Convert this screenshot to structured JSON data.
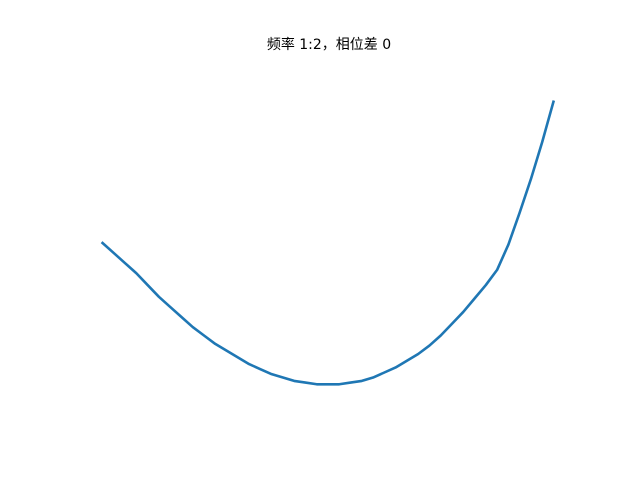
{
  "chart_data": {
    "type": "line",
    "title": "频率 1:2，相位差 0",
    "xlabel": "",
    "ylabel": "",
    "axes_visible": false,
    "grid": false,
    "xlim": [
      -1.1,
      1.1
    ],
    "ylim": [
      -1.1,
      1.1
    ],
    "series": [
      {
        "color": "#1f77b4",
        "x": [
          -1.0,
          -0.95,
          -0.9,
          -0.85,
          -0.8,
          -0.75,
          -0.7,
          -0.65,
          -0.6,
          -0.55,
          -0.5,
          -0.45,
          -0.4,
          -0.35,
          -0.3,
          -0.25,
          -0.2,
          -0.15,
          -0.1,
          -0.05,
          0.0,
          0.05,
          0.1,
          0.15,
          0.2,
          0.25,
          0.3,
          0.35,
          0.4,
          0.45,
          0.5,
          0.55,
          0.6,
          0.65,
          0.7,
          0.75,
          0.8,
          0.85,
          0.9,
          0.95,
          1.0
        ],
        "y": [
          0.0,
          -0.06,
          -0.12,
          -0.18,
          -0.25,
          -0.32,
          -0.38,
          -0.44,
          -0.5,
          -0.55,
          -0.6,
          -0.64,
          -0.68,
          -0.72,
          -0.75,
          -0.78,
          -0.8,
          -0.82,
          -0.83,
          -0.84,
          -0.84,
          -0.84,
          -0.83,
          -0.82,
          -0.8,
          -0.77,
          -0.74,
          -0.7,
          -0.66,
          -0.61,
          -0.55,
          -0.48,
          -0.41,
          -0.33,
          -0.25,
          -0.16,
          -0.01,
          0.18,
          0.38,
          0.6,
          0.84
        ]
      }
    ]
  }
}
